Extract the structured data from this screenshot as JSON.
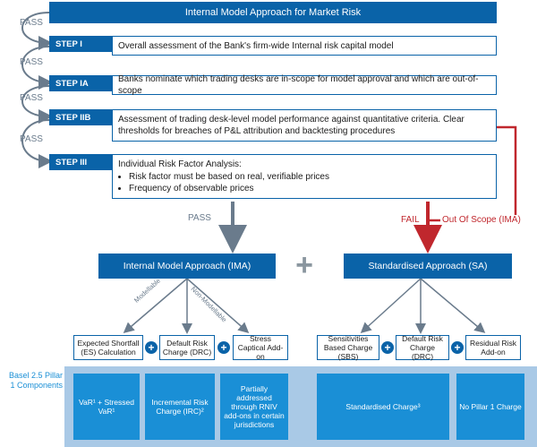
{
  "title": "Internal Model Approach for Market Risk",
  "pass_label": "PASS",
  "steps": [
    {
      "tag": "STEP I",
      "text": "Overall assessment of the Bank's firm-wide Internal risk capital model"
    },
    {
      "tag": "STEP IA",
      "text": "Banks nominate which trading desks are in-scope for model approval and which are out-of-scope"
    },
    {
      "tag": "STEP IIB",
      "text": "Assessment of trading desk-level model performance against quantitative criteria.  Clear thresholds for breaches of P&L attribution and backtesting procedures"
    },
    {
      "tag": "STEP III",
      "text": "Individual Risk Factor Analysis:",
      "bullets": [
        "Risk factor must be based on real, verifiable prices",
        "Frequency of observable prices"
      ]
    }
  ],
  "flow": {
    "pass": "PASS",
    "fail": "FAIL",
    "out_of_scope": "Out Of Scope (IMA)",
    "modellable": "Modellable",
    "non_modellable": "Non-Modellable"
  },
  "ima": {
    "title": "Internal Model Approach (IMA)",
    "components": [
      "Expected Shortfall (ES) Calculation",
      "Default Risk Charge (DRC)",
      "Stress Captical Add-on"
    ]
  },
  "plus": "+",
  "sa": {
    "title": "Standardised Approach (SA)",
    "components": [
      "Sensitivities Based Charge  (SBS)",
      "Default Risk Charge (DRC)",
      "Residual Risk Add-on"
    ]
  },
  "basel": {
    "label": "Basel 2.5 Pillar 1 Components",
    "cells": [
      "VaR¹ + Stressed VaR¹",
      "Incremental Risk Charge (IRC)²",
      "Partially addressed through RNIV add-ons in certain jurisdictions",
      "Standardised Charge³",
      "No Pillar 1 Charge"
    ]
  },
  "colors": {
    "primary": "#0a63a8",
    "fail": "#c0272d",
    "band": "#a9c9e6",
    "cell": "#1a8fd6",
    "arrow_grey": "#6a7b8c"
  }
}
